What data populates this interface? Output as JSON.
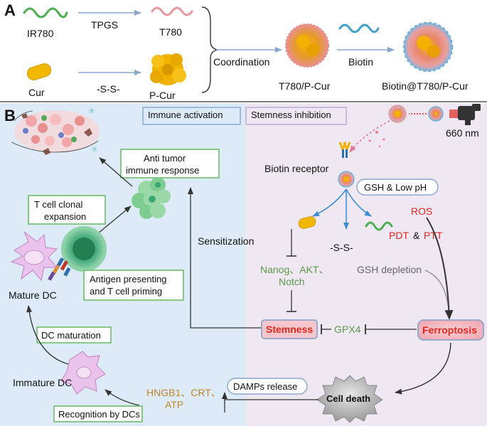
{
  "panel_a": {
    "label": "A",
    "ir780": "IR780",
    "tpgs": "TPGS",
    "t780": "T780",
    "cur": "Cur",
    "ss": "-S-S-",
    "pcur": "P-Cur",
    "coordination": "Coordination",
    "t780pcur": "T780/P-Cur",
    "biotin": "Biotin",
    "final": "Biotin@T780/P-Cur"
  },
  "panel_b": {
    "label": "B",
    "immune_activation": "Immune activation",
    "stemness_inhibition": "Stemness inhibition",
    "nm660": "660 nm",
    "anti_tumor_1": "Anti tumor",
    "anti_tumor_2": "immune response",
    "biotin_receptor": "Biotin receptor",
    "gsh_low_ph": "GSH & Low pH",
    "t_cell_1": "T cell clonal",
    "t_cell_2": "expansion",
    "sensitization": "Sensitization",
    "ros": "ROS",
    "pdt": "PDT",
    "amp": "&",
    "ptt": "PTT",
    "ss_cleave": "-S-S-",
    "nanog_1": "Nanog、AKT、",
    "nanog_2": "Notch",
    "gsh_depletion": "GSH depletion",
    "antigen_1": "Antigen presenting",
    "antigen_2": "and T cell priming",
    "mature_dc": "Mature DC",
    "stemness": "Stemness",
    "gpx4": "GPX4",
    "ferroptosis": "Ferroptosis",
    "dc_maturation": "DC maturation",
    "damps": "DAMPs release",
    "immature_dc": "Immature DC",
    "hngb1": "HNGB1、CRT、",
    "atp": "ATP",
    "cell_death": "Cell death",
    "recognition": "Recognition by DCs"
  },
  "colors": {
    "left_bg": "#dcebf7",
    "right_bg": "#efe8f2",
    "box_green": "#7cc27a",
    "text_green": "#5a9a4a",
    "text_red": "#e0261d",
    "text_orange": "#c2852f",
    "arrow_blue": "#8aa6cc"
  }
}
